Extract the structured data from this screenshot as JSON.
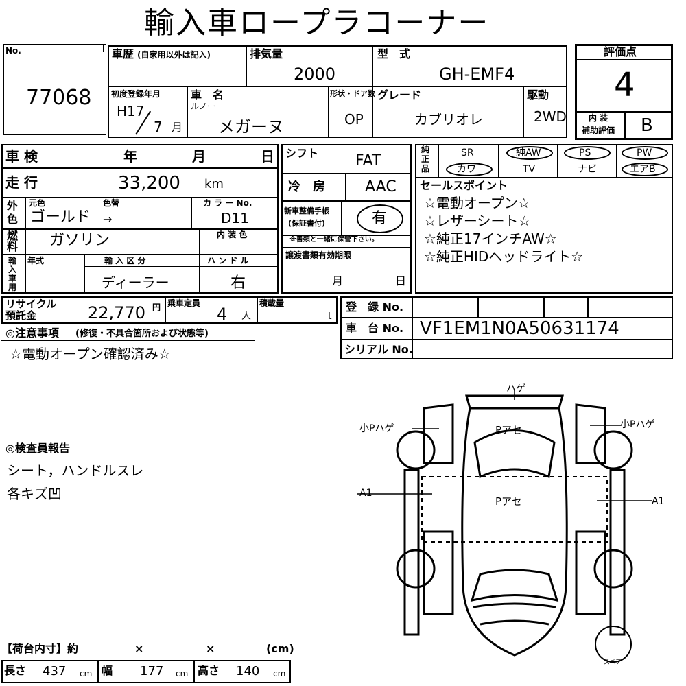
{
  "title": "輸入車ロープラコーナー",
  "no": {
    "label": "No.",
    "value": "77068"
  },
  "history": {
    "label": "車歴",
    "note": "(自家用以外は記入)"
  },
  "displacement": {
    "label": "排気量",
    "value": "2000"
  },
  "model": {
    "label": "型　式",
    "value": "GH-EMF4"
  },
  "score": {
    "label": "評価点",
    "value": "4",
    "interior_label_1": "内 装",
    "interior_label_2": "補助評価",
    "interior_value": "B"
  },
  "first_reg": {
    "label": "初度登録年月",
    "year": "H17",
    "month": "7",
    "month_unit": "月"
  },
  "car_name": {
    "label": "車　名",
    "maker": "ルノー",
    "value": "メガーヌ"
  },
  "shape_door": {
    "label": "形状・ドア数",
    "value": "OP"
  },
  "grade": {
    "label": "グレード",
    "value": "カブリオレ"
  },
  "drive": {
    "label": "駆動",
    "value": "2WD"
  },
  "inspection": {
    "label": "車 検",
    "year": "年",
    "month": "月",
    "day": "日"
  },
  "shift": {
    "label": "シフト",
    "value": "FAT"
  },
  "mileage": {
    "label": "走 行",
    "value": "33,200",
    "unit": "km"
  },
  "aircon": {
    "label": "冷　房",
    "value": "AAC"
  },
  "exterior_color": {
    "label1": "外",
    "label2": "色",
    "orig_label": "元色",
    "change_label": "色替",
    "value": "ゴールド",
    "arrow": "→",
    "color_no_label": "カ ラ ー No.",
    "color_no": "D11"
  },
  "maintenance": {
    "label1": "新車整備手帳",
    "label2": "(保証書付)",
    "value": "有",
    "note": "※書類と一緒に保管下さい。"
  },
  "fuel": {
    "label1": "燃",
    "label2": "料",
    "value": "ガソリン",
    "interior_color_label": "内 装 色"
  },
  "import": {
    "label1": "輸",
    "label2": "入",
    "label3": "車",
    "label4": "用",
    "year_label": "年式",
    "category_label": "輸 入 区 分",
    "category_value": "ディーラー",
    "handle_label": "ハ ン ド ル",
    "handle_value": "右"
  },
  "transfer": {
    "label": "譲渡書類有効期限",
    "month": "月",
    "day": "日"
  },
  "equipment": {
    "label1": "純",
    "label2": "正",
    "label3": "品",
    "items": [
      "SR",
      "純AW",
      "PS",
      "PW",
      "カワ",
      "TV",
      "ナビ",
      "エアB"
    ]
  },
  "sales_points": {
    "label": "セールスポイント",
    "items": [
      "☆電動オープン☆",
      "☆レザーシート☆",
      "☆純正17インチAW☆",
      "☆純正HIDヘッドライト☆"
    ]
  },
  "recycle": {
    "label1": "リサイクル",
    "label2": "預託金",
    "value": "22,770",
    "unit": "円"
  },
  "capacity": {
    "label": "乗車定員",
    "value": "4",
    "unit": "人"
  },
  "load": {
    "label": "積載量",
    "unit": "t"
  },
  "registration": {
    "label": "登　録 No.",
    "value": ""
  },
  "chassis": {
    "label": "車　台 No.",
    "value": "VF1EM1N0A50631174"
  },
  "serial": {
    "label": "シリアル No.",
    "value": ""
  },
  "notes": {
    "label": "◎注意事項",
    "sub": "(修復・不具合箇所および状態等)",
    "value": "☆電動オープン確認済み☆"
  },
  "inspector": {
    "label": "◎検査員報告",
    "lines": [
      "シート，ハンドルスレ",
      "各キズ凹"
    ]
  },
  "diagram": {
    "hage": "ハゲ",
    "small_p_left": "小Pハゲ",
    "small_p_right": "小Pハゲ",
    "a1_left": "A1",
    "a1_right": "A1",
    "pase_1": "Pアセ",
    "pase_2": "Pアセ",
    "spare": "スペア"
  },
  "cargo": {
    "label": "【荷台内寸】約",
    "x1": "×",
    "x2": "×",
    "unit_cm": "(cm)",
    "length_label": "長さ",
    "length": "437",
    "width_label": "幅",
    "width": "177",
    "height_label": "高さ",
    "height": "140",
    "cm": "cm"
  }
}
